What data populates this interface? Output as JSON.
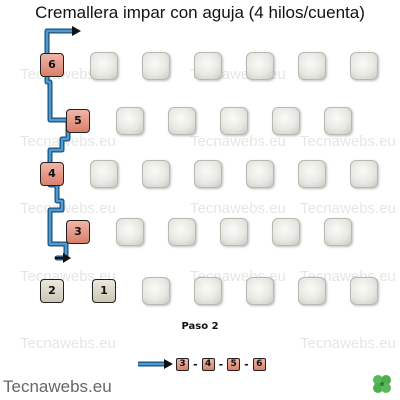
{
  "title": "Cremallera impar con aguja (4 hilos/cuenta)",
  "step_label": "Paso 2",
  "footer": "Tecnawebs.eu",
  "watermark": "Tecnawebs.eu",
  "numbered_beads": [
    "6",
    "5",
    "4",
    "3",
    "2",
    "1"
  ],
  "sequence": [
    "3",
    "4",
    "5",
    "6"
  ],
  "sequence_separator": "-",
  "colors": {
    "thread": "#3b88c4",
    "thread_edge": "#1a4f78",
    "pink_bead": "#e39c8b",
    "grey_bead": "#dcd6c6",
    "white_bead": "#ebebe6"
  }
}
